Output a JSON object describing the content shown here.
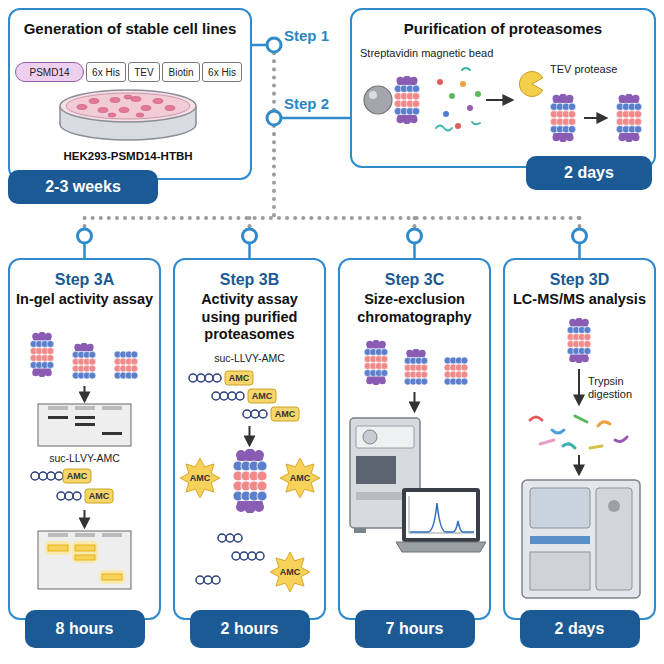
{
  "diagram": {
    "nodes": [
      {
        "text": [
          "Generation of stable cell lines"
        ]
      },
      {
        "text": [
          "PSMD14"
        ],
        "in": 0
      },
      {
        "text": [
          "6x His"
        ],
        "in": 0
      },
      {
        "text": [
          "TEV"
        ],
        "in": 0
      },
      {
        "text": [
          "Biotin"
        ],
        "in": 0
      },
      {
        "text": [
          "6x His"
        ],
        "in": 0
      },
      {
        "text": [
          "2-3 weeks"
        ]
      },
      {
        "text": [
          "Purification of proteasomes"
        ]
      },
      {
        "text": [
          "2 days"
        ]
      },
      {
        "text": [
          "Step 3A",
          "In-gel activity assay"
        ]
      },
      {
        "text": [
          "8 hours"
        ]
      },
      {
        "text": [
          "Step 3B",
          "Activity assay using purified proteasomes"
        ]
      },
      {
        "text": [
          "2 hours"
        ]
      },
      {
        "text": [
          "Step 3C",
          "Size-exclusion chromatography"
        ]
      },
      {
        "text": [
          "7 hours"
        ]
      },
      {
        "text": [
          "Step 3D",
          "LC-MS/MS analysis"
        ]
      },
      {
        "text": [
          "2 days"
        ]
      }
    ],
    "labels": [
      "Step 1",
      "HEK293-PSMD14-HTBH",
      "Step 2",
      "Streptavidin magnetic bead",
      "TEV protease",
      "suc-LLVY-AMC",
      "AMC",
      "AMC",
      "suc-LLVY-AMC",
      "AMC",
      "AMC",
      "AMC",
      "AMC",
      "AMC",
      "AMC",
      "Trypsin digestion"
    ]
  }
}
